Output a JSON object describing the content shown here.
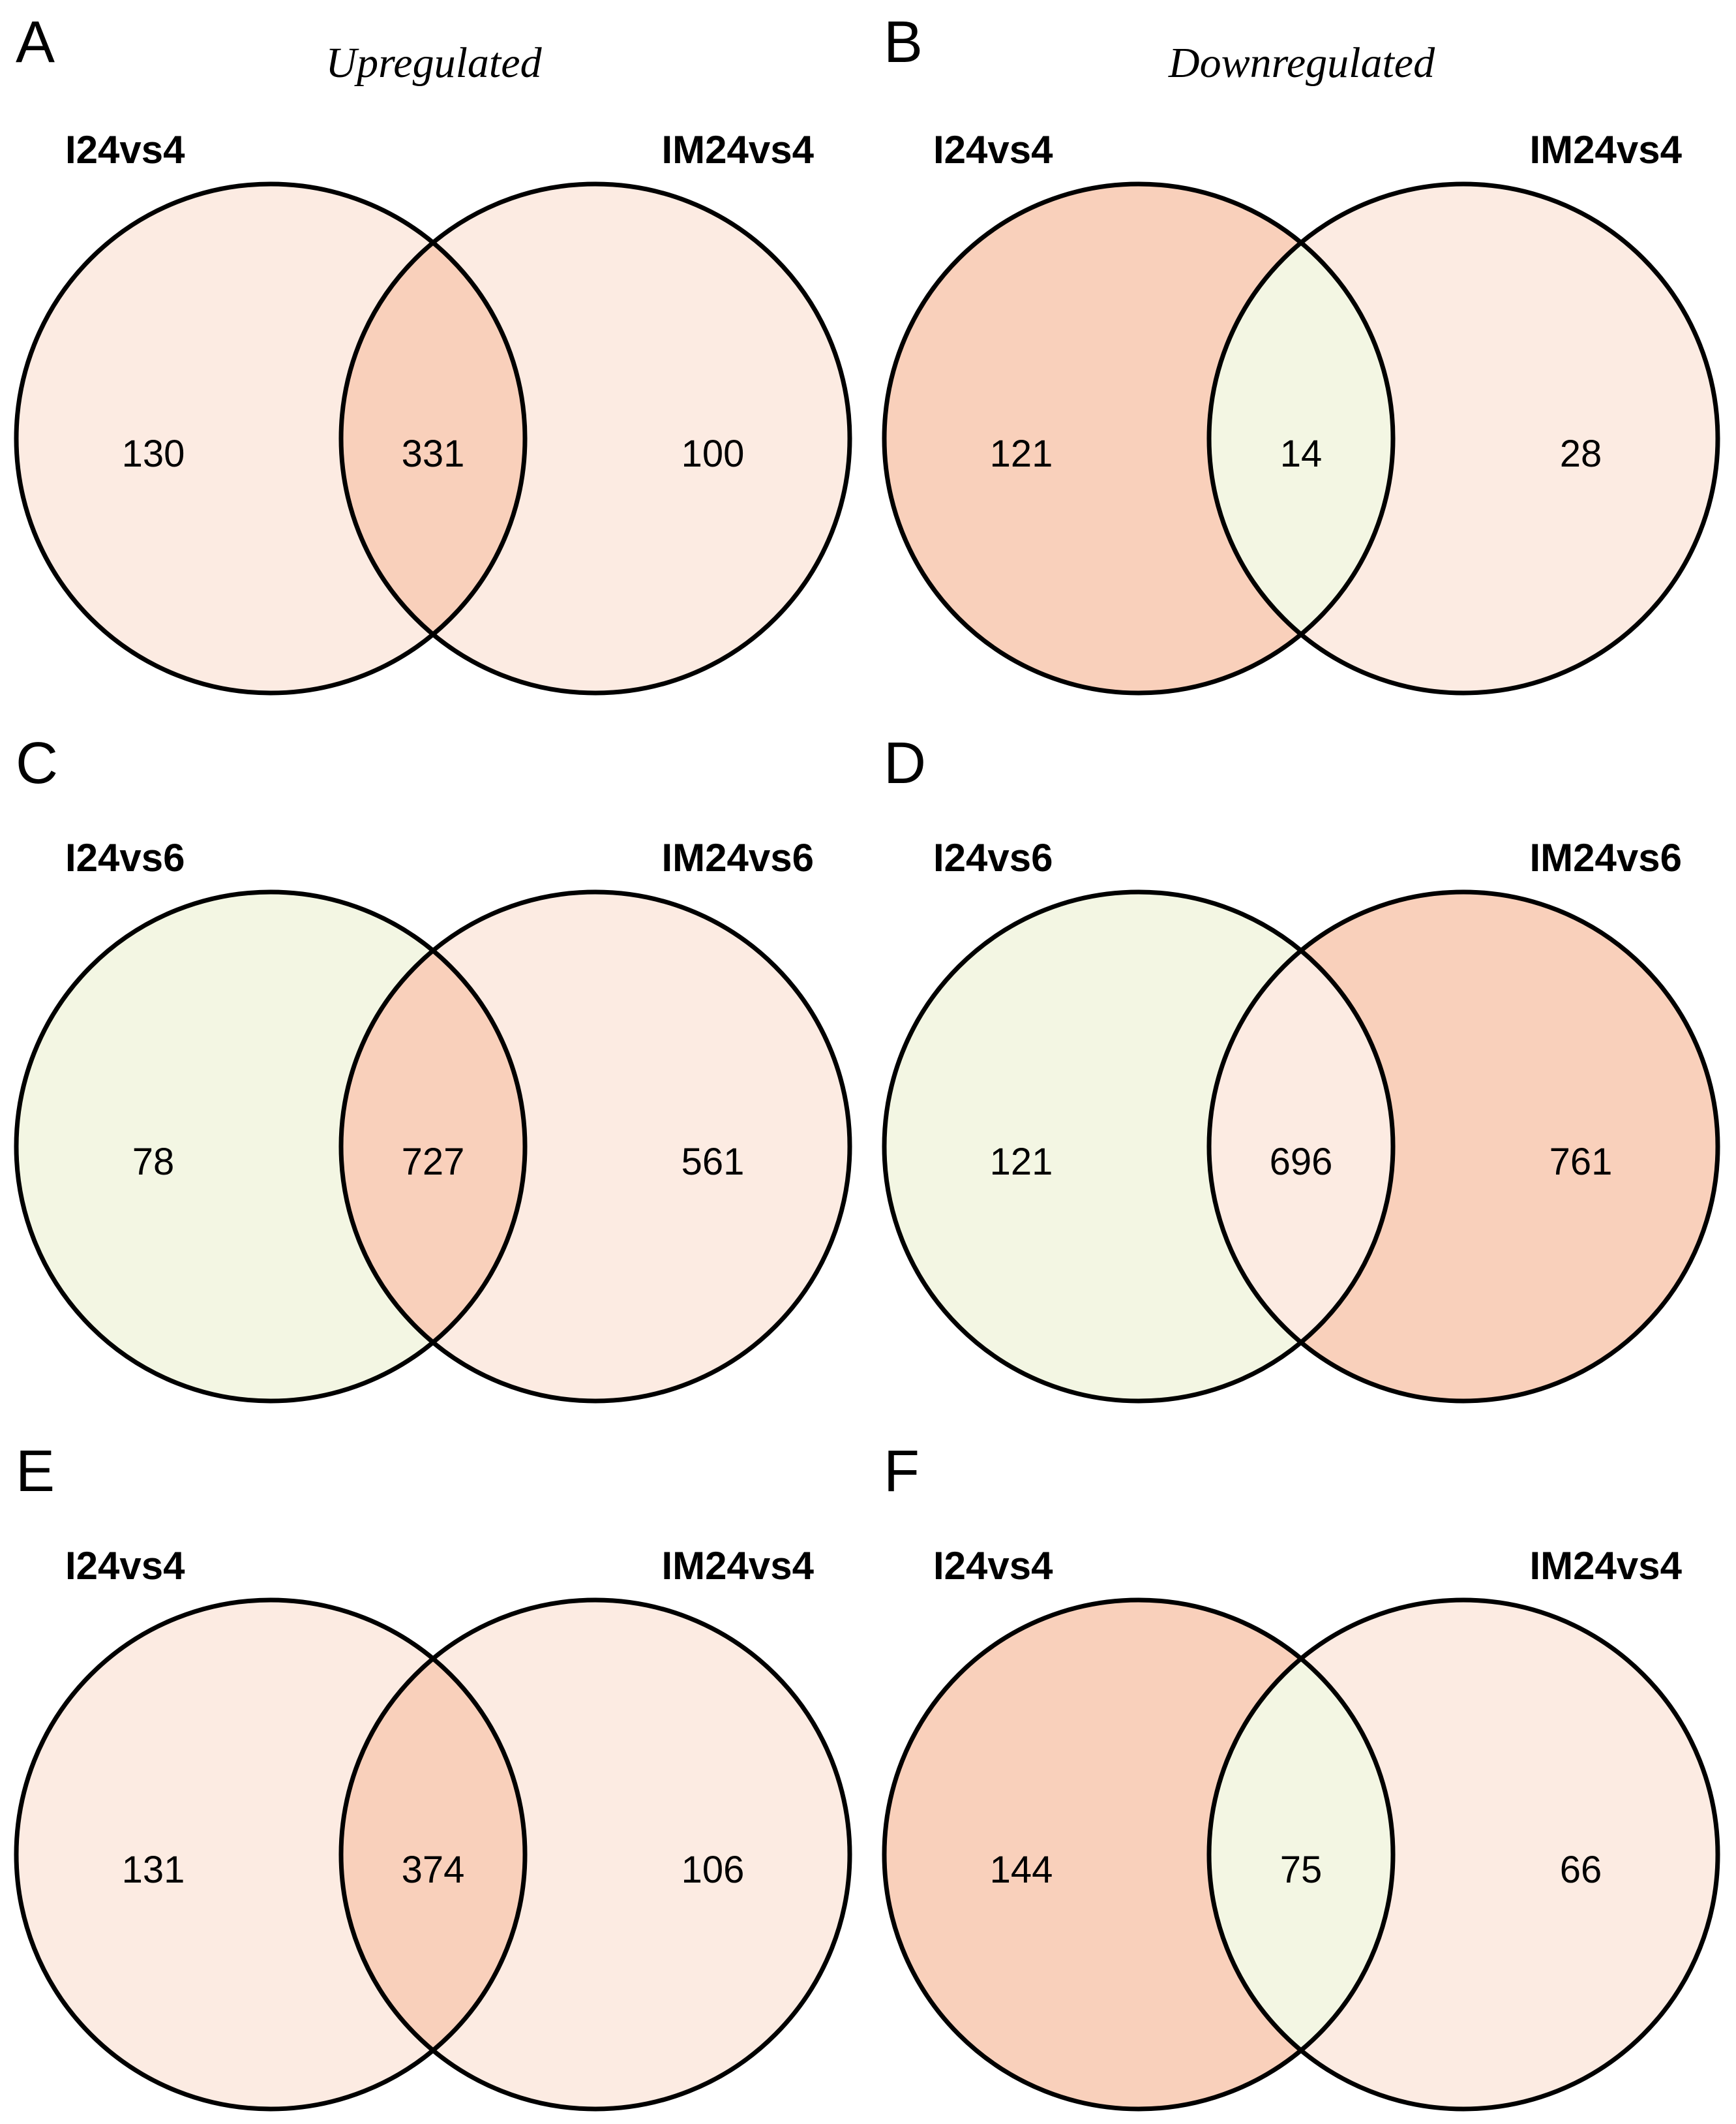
{
  "figure": {
    "row1_title_left": "Upregulated",
    "row1_title_right": "Downregulated"
  },
  "palette": {
    "pale_peach": "#fcebe2",
    "salmon": "#f9d0bb",
    "pale_green": "#f3f6e3",
    "outline": "#000000"
  },
  "panels": [
    {
      "letter": "A",
      "title": "Upregulated",
      "left_label": "I24vs4",
      "right_label": "IM24vs4",
      "left_value": "130",
      "middle_value": "331",
      "right_value": "100",
      "left_fill": "#fcebe2",
      "middle_fill": "#f9d0bb",
      "right_fill": "#fcebe2"
    },
    {
      "letter": "B",
      "title": "Downregulated",
      "left_label": "I24vs4",
      "right_label": "IM24vs4",
      "left_value": "121",
      "middle_value": "14",
      "right_value": "28",
      "left_fill": "#f9d0bb",
      "middle_fill": "#f3f6e3",
      "right_fill": "#fcebe2"
    },
    {
      "letter": "C",
      "title": "",
      "left_label": "I24vs6",
      "right_label": "IM24vs6",
      "left_value": "78",
      "middle_value": "727",
      "right_value": "561",
      "left_fill": "#f3f6e3",
      "middle_fill": "#f9d0bb",
      "right_fill": "#fcebe2"
    },
    {
      "letter": "D",
      "title": "",
      "left_label": "I24vs6",
      "right_label": "IM24vs6",
      "left_value": "121",
      "middle_value": "696",
      "right_value": "761",
      "left_fill": "#f3f6e3",
      "middle_fill": "#fcebe2",
      "right_fill": "#f9d0bb"
    },
    {
      "letter": "E",
      "title": "",
      "left_label": "I24vs4",
      "right_label": "IM24vs4",
      "left_value": "131",
      "middle_value": "374",
      "right_value": "106",
      "left_fill": "#fcebe2",
      "middle_fill": "#f9d0bb",
      "right_fill": "#fcebe2"
    },
    {
      "letter": "F",
      "title": "",
      "left_label": "I24vs4",
      "right_label": "IM24vs4",
      "left_value": "144",
      "middle_value": "75",
      "right_value": "66",
      "left_fill": "#f9d0bb",
      "middle_fill": "#f3f6e3",
      "right_fill": "#fcebe2"
    }
  ],
  "chart_data": [
    {
      "type": "venn",
      "panel": "A",
      "title": "Upregulated",
      "sets": [
        "I24vs4",
        "IM24vs4"
      ],
      "left_only": 130,
      "intersection": 331,
      "right_only": 100
    },
    {
      "type": "venn",
      "panel": "B",
      "title": "Downregulated",
      "sets": [
        "I24vs4",
        "IM24vs4"
      ],
      "left_only": 121,
      "intersection": 14,
      "right_only": 28
    },
    {
      "type": "venn",
      "panel": "C",
      "sets": [
        "I24vs6",
        "IM24vs6"
      ],
      "left_only": 78,
      "intersection": 727,
      "right_only": 561
    },
    {
      "type": "venn",
      "panel": "D",
      "sets": [
        "I24vs6",
        "IM24vs6"
      ],
      "left_only": 121,
      "intersection": 696,
      "right_only": 761
    },
    {
      "type": "venn",
      "panel": "E",
      "sets": [
        "I24vs4",
        "IM24vs4"
      ],
      "left_only": 131,
      "intersection": 374,
      "right_only": 106
    },
    {
      "type": "venn",
      "panel": "F",
      "sets": [
        "I24vs4",
        "IM24vs4"
      ],
      "left_only": 144,
      "intersection": 75,
      "right_only": 66
    }
  ]
}
